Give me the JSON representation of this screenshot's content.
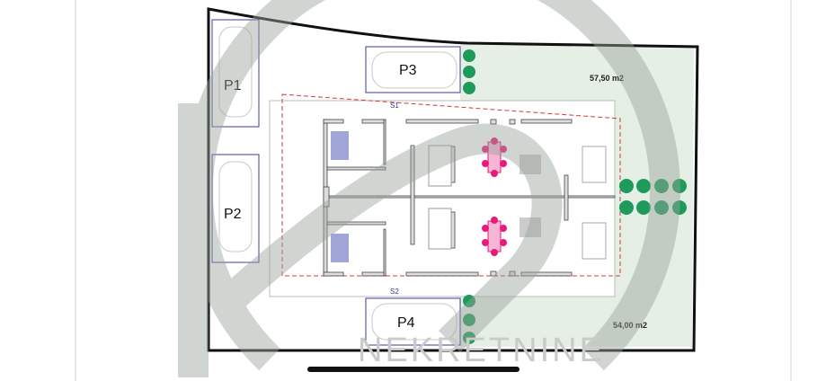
{
  "plan": {
    "parking": [
      {
        "label": "P1"
      },
      {
        "label": "P2"
      },
      {
        "label": "P3"
      },
      {
        "label": "P4"
      }
    ],
    "garden_areas": [
      {
        "label": "57,50 m2"
      },
      {
        "label": "54,00 m2"
      }
    ],
    "stairs": [
      {
        "label": "S1"
      },
      {
        "label": "S2"
      }
    ],
    "watermark": "NEKRETNINE",
    "colors": {
      "garden": "#e6efe6",
      "boundary": "#111111",
      "dashed_line": "#d33a3a",
      "parking_border": "#3a3f9a",
      "tree": "#1e9a5a",
      "dining": "#e8197a",
      "watermark": "#c9cbc9"
    }
  }
}
